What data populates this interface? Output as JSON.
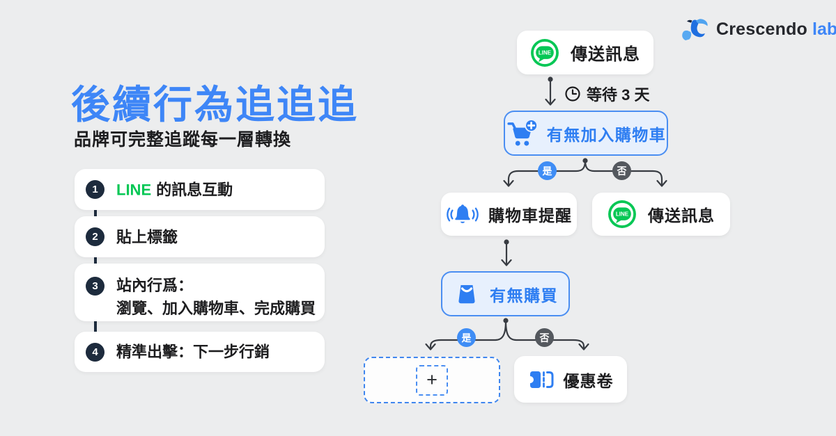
{
  "brand": {
    "name": "Crescendo",
    "suffix": "lab"
  },
  "left": {
    "title": "後續行為追追追",
    "subtitle": "品牌可完整追蹤每一層轉換",
    "steps": [
      {
        "num": "1",
        "prefix": "LINE",
        "text": "的訊息互動"
      },
      {
        "num": "2",
        "text": "貼上標籤"
      },
      {
        "num": "3",
        "text": "站內行爲：",
        "text2": "瀏覽、加入購物車、完成購買"
      },
      {
        "num": "4",
        "text": "精準出擊：下一步行銷"
      }
    ]
  },
  "flow": {
    "send_message_top": "傳送訊息",
    "wait_label": "等待 3 天",
    "decision_add_to_cart": "有無加入購物車",
    "branch_yes": "是",
    "branch_no": "否",
    "cart_reminder": "購物車提醒",
    "send_message_no_branch": "傳送訊息",
    "decision_purchase": "有無購買",
    "placeholder_plus": "+",
    "coupon": "優惠卷"
  },
  "colors": {
    "background": "#ECEDEE",
    "title_blue": "#3E86F7",
    "accent_blue": "#2E7EF2",
    "decision_fill": "#E7F0FD",
    "decision_border": "#4A8EF2",
    "line_green": "#06C755",
    "badge_navy": "#1D2B3D",
    "yes_badge": "#3F8DF5",
    "no_badge": "#54585E",
    "connector": "#383C42",
    "text_dark": "#1D1D1F"
  }
}
